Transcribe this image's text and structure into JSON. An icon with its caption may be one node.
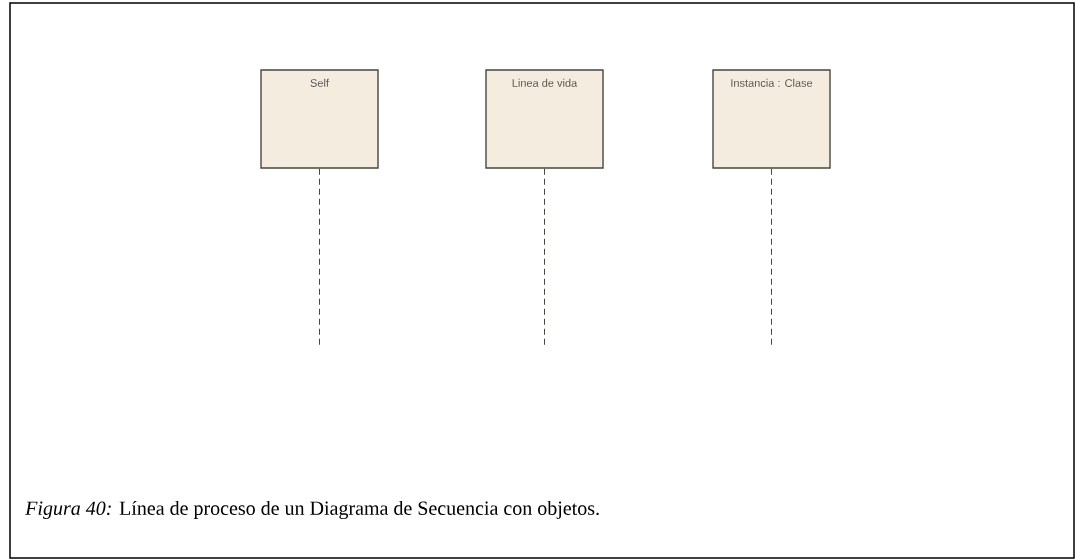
{
  "diagram": {
    "caption": "*Figura 40:* Línea de proceso de un Diagrama de Secuencia con objetos.",
    "nodes": [
      {
        "text": [
          "Self"
        ]
      },
      {
        "text": [
          "Linea de vida"
        ]
      },
      {
        "text": [
          "Instancia : Clase"
        ]
      }
    ],
    "edges": [
      {
        "from": 0,
        "to": null,
        "arrow": "none",
        "style": "dashed"
      },
      {
        "from": 1,
        "to": null,
        "arrow": "none",
        "style": "dashed"
      },
      {
        "from": 2,
        "to": null,
        "arrow": "none",
        "style": "dashed"
      }
    ]
  }
}
